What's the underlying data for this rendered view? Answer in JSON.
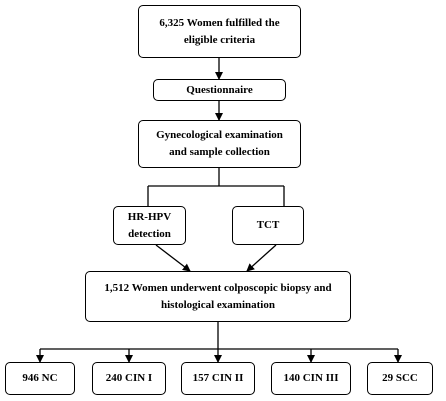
{
  "boxes": {
    "eligible": {
      "lines": [
        "6,325 Women fulfilled the",
        "eligible criteria"
      ]
    },
    "questionnaire": {
      "lines": [
        "Questionnaire"
      ]
    },
    "gyn": {
      "lines": [
        "Gynecological examination",
        "and sample collection"
      ]
    },
    "hrhpv": {
      "lines": [
        "HR-HPV",
        "detection"
      ]
    },
    "tct": {
      "lines": [
        "TCT"
      ]
    },
    "colpo": {
      "lines": [
        "1,512 Women underwent colposcopic biopsy and",
        "histological examination"
      ]
    },
    "nc": {
      "lines": [
        "946 NC"
      ]
    },
    "cin1": {
      "lines": [
        "240 CIN I"
      ]
    },
    "cin2": {
      "lines": [
        "157 CIN II"
      ]
    },
    "cin3": {
      "lines": [
        "140 CIN III"
      ]
    },
    "scc": {
      "lines": [
        "29 SCC"
      ]
    }
  },
  "colors": {
    "stroke": "#000000",
    "background": "#ffffff"
  }
}
